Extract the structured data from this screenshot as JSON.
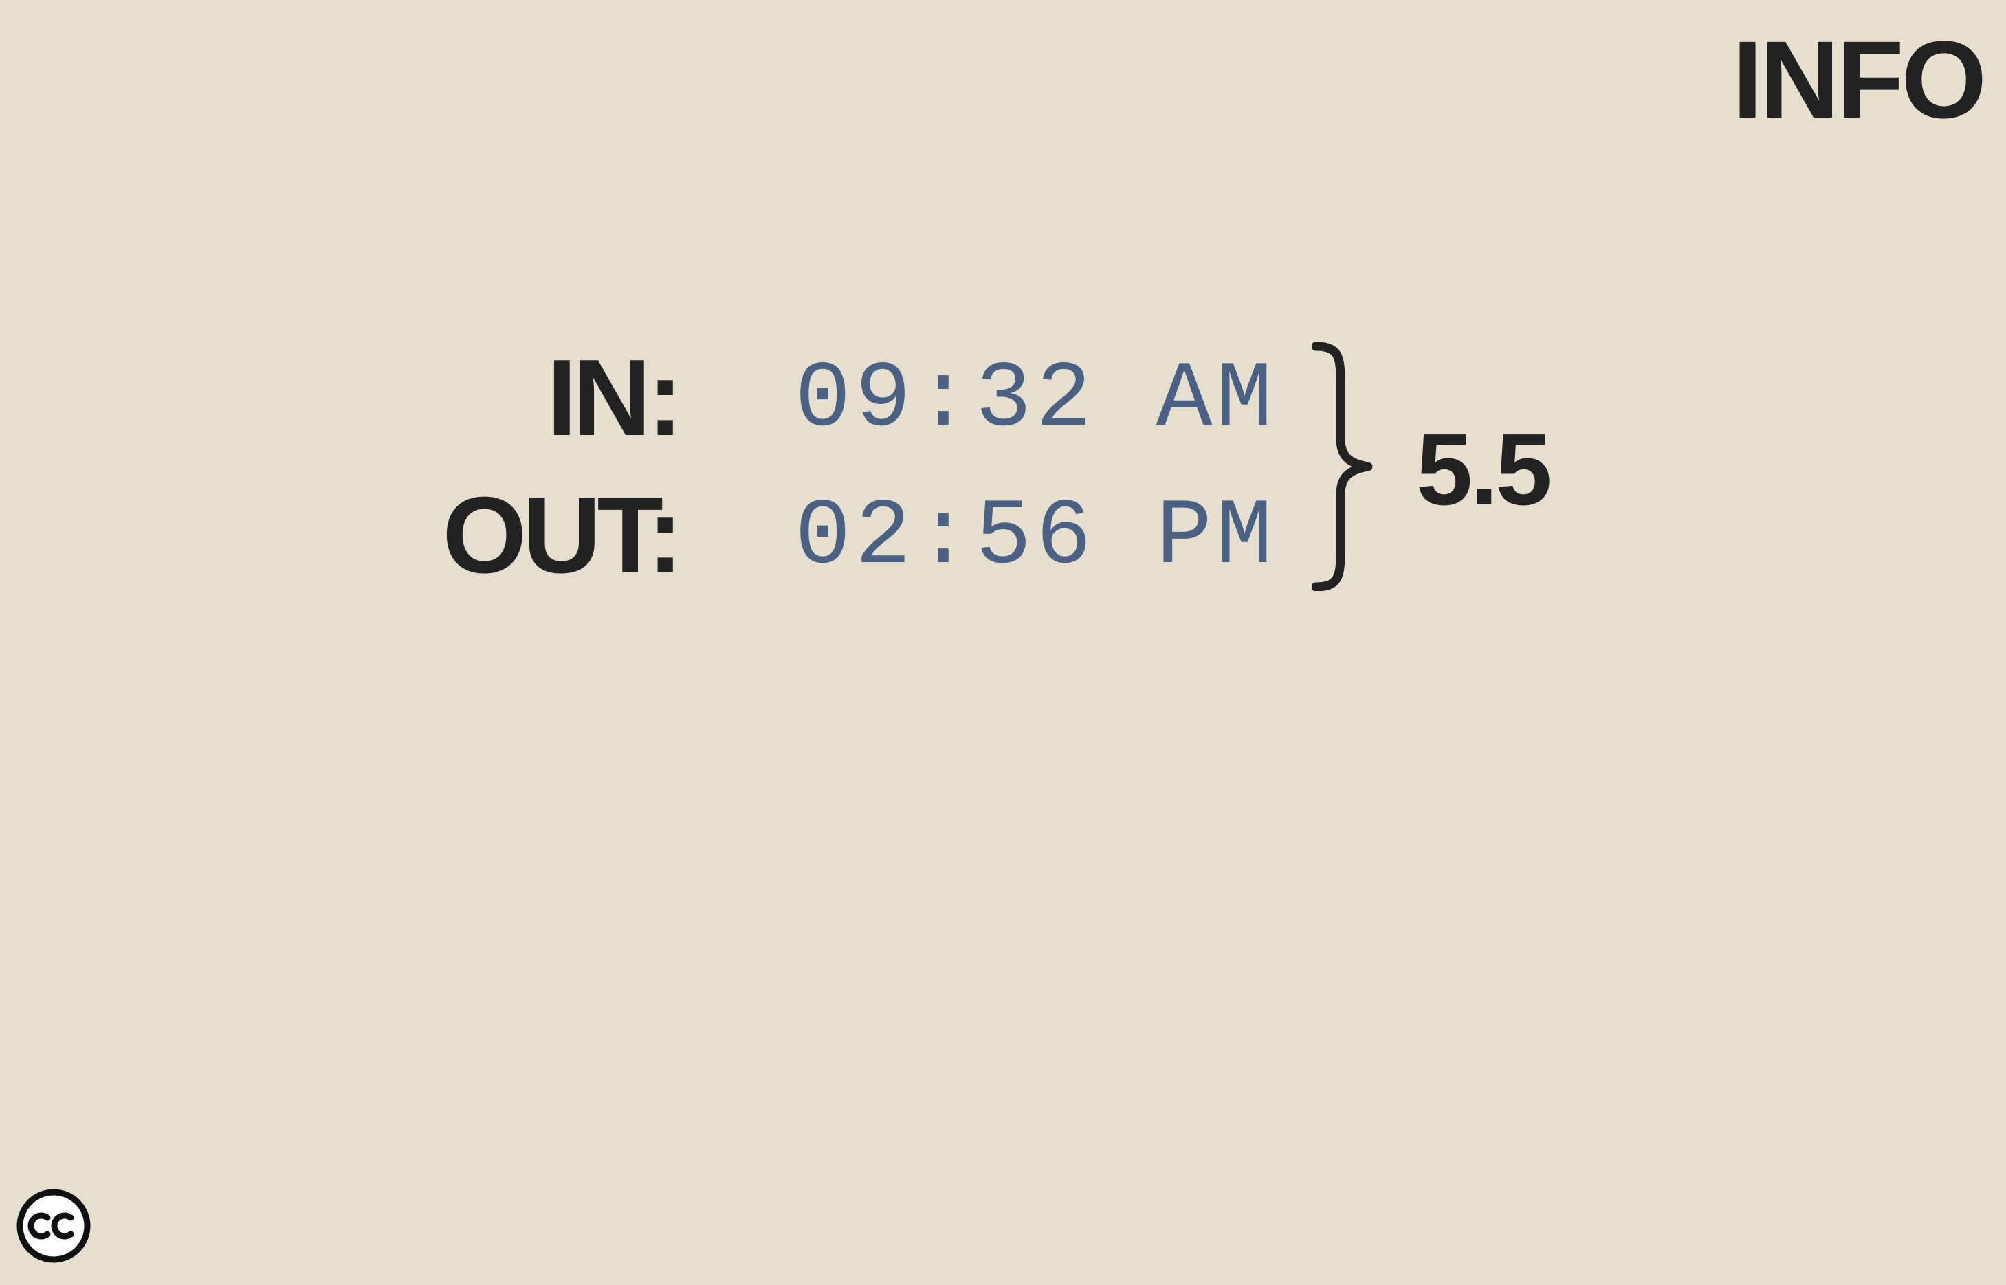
{
  "header": {
    "info_label": "INFO"
  },
  "clock": {
    "in_label": "IN:",
    "in_time": "09:32 AM",
    "out_label": "OUT:",
    "out_time": "02:56 PM",
    "total_hours": "5.5"
  },
  "footer": {
    "license_icon": "creative-commons-icon"
  },
  "colors": {
    "background": "#e6dfcf",
    "text": "#222222",
    "time_text": "#4b6184"
  }
}
